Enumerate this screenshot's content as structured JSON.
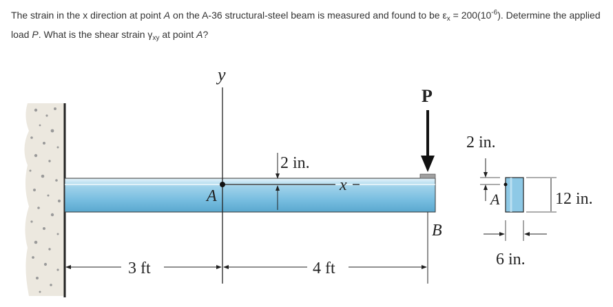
{
  "question": {
    "part1": "The strain in the x direction at point ",
    "point_a": "A",
    "part2": " on the A-36 structural-steel beam is measured and found to be ε",
    "sub_x": "x",
    "part3": " = 200(10",
    "sup_exp": "-6",
    "part4": "). Determine the applied load ",
    "load_p": "P",
    "part5": ". What is the shear strain γ",
    "sub_xy": "xy",
    "part6": " at point ",
    "point_a2": "A",
    "part7": "?"
  },
  "figure": {
    "y_axis": "y",
    "x_axis": "x",
    "load": "P",
    "point_a": "A",
    "point_b": "B",
    "dim_point_depth": "2 in.",
    "dim_left_span": "3 ft",
    "dim_right_span": "4 ft",
    "section_top": "2 in.",
    "section_height": "12 in.",
    "section_width": "6 in.",
    "section_point": "A"
  },
  "colors": {
    "beam_light": "#cfe9f7",
    "beam_mid": "#8ec9e6",
    "beam_dark": "#5aa8cf",
    "wall": "#e8e4da",
    "ink": "#222222"
  }
}
